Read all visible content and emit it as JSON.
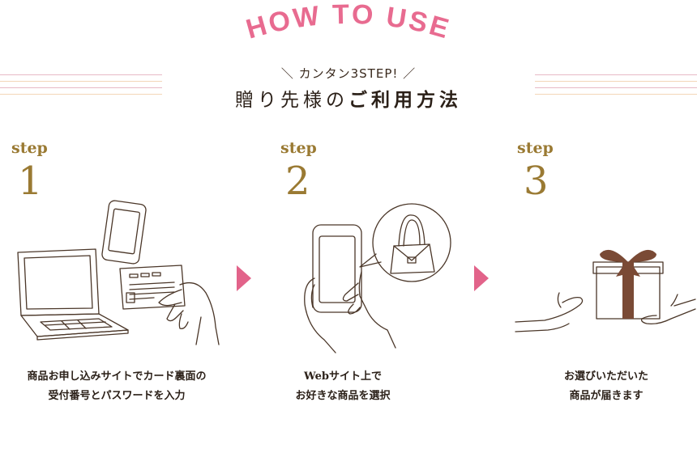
{
  "header": {
    "heading": "HOW TO USE",
    "subheading": "＼ カンタン3STEP! ／",
    "title_normal": "贈り先様の",
    "title_strong": "ご利用方法"
  },
  "colors": {
    "accent_pink": "#e2638a",
    "gold": "#9a7a33",
    "ribbon": "#7a4a35"
  },
  "steps": [
    {
      "label": "step",
      "number": "1",
      "caption_line1": "商品お申し込みサイトでカード裏面の",
      "caption_line2": "受付番号とパスワードを入力",
      "illustration": "laptop-phone-card-icon"
    },
    {
      "label": "step",
      "number": "2",
      "caption_line1": "Webサイト上で",
      "caption_line2": "お好きな商品を選択",
      "illustration": "smartphone-bag-icon"
    },
    {
      "label": "step",
      "number": "3",
      "caption_line1": "お選びいただいた",
      "caption_line2": "商品が届きます",
      "illustration": "gift-handover-icon"
    }
  ]
}
